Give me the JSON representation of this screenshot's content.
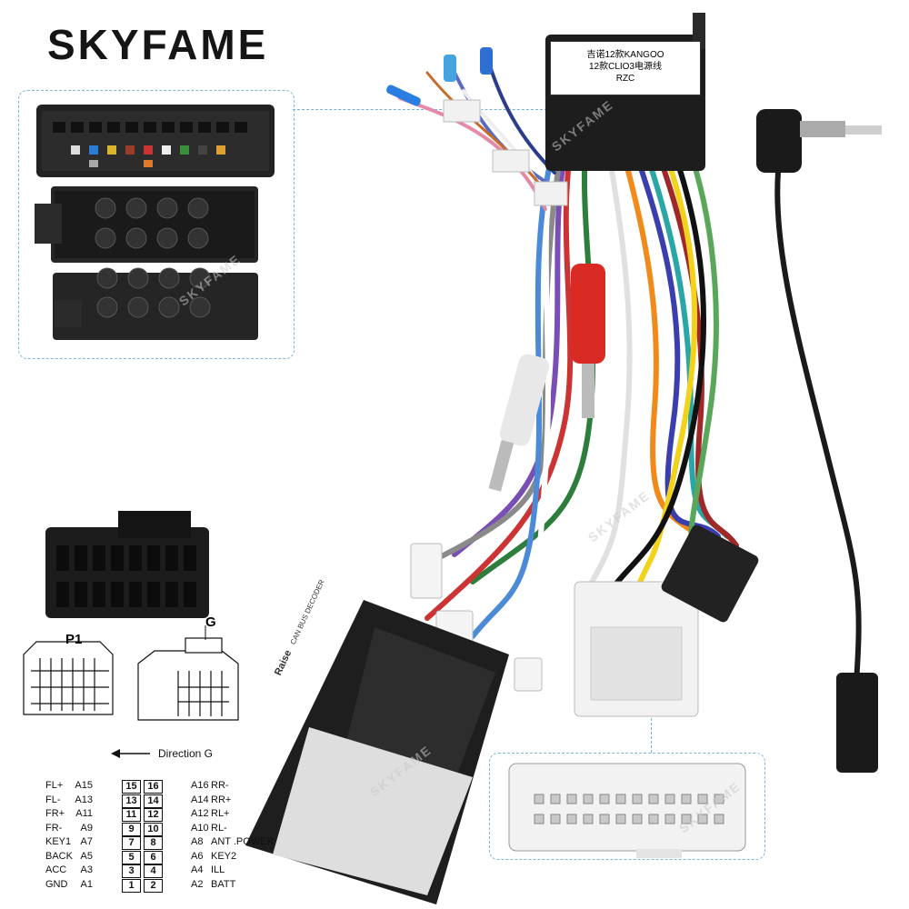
{
  "brand": "SKYFAME",
  "watermark": "SKYFAME",
  "module_label": {
    "line1": "吉诺12款KANGOO",
    "line2": "12款CLIO3电源线",
    "line3": "RZC"
  },
  "decoder_label": "CAN BUS DECODER",
  "decoder_brand": "Raise",
  "diagram": {
    "p1": "P1",
    "g": "G",
    "direction": "Direction G"
  },
  "pins": [
    {
      "left_label": "FL+",
      "left_id": "A15",
      "left_num": "15",
      "right_num": "16",
      "right_id": "A16",
      "right_label": "RR-"
    },
    {
      "left_label": "FL-",
      "left_id": "A13",
      "left_num": "13",
      "right_num": "14",
      "right_id": "A14",
      "right_label": "RR+"
    },
    {
      "left_label": "FR+",
      "left_id": "A11",
      "left_num": "11",
      "right_num": "12",
      "right_id": "A12",
      "right_label": "RL+"
    },
    {
      "left_label": "FR-",
      "left_id": "A9",
      "left_num": "9",
      "right_num": "10",
      "right_id": "A10",
      "right_label": "RL-"
    },
    {
      "left_label": "KEY1",
      "left_id": "A7",
      "left_num": "7",
      "right_num": "8",
      "right_id": "A8",
      "right_label": "ANT .POWER"
    },
    {
      "left_label": "BACK",
      "left_id": "A5",
      "left_num": "5",
      "right_num": "6",
      "right_id": "A6",
      "right_label": "KEY2"
    },
    {
      "left_label": "ACC",
      "left_id": "A3",
      "left_num": "3",
      "right_num": "4",
      "right_id": "A4",
      "right_label": "ILL"
    },
    {
      "left_label": "GND",
      "left_id": "A1",
      "left_num": "1",
      "right_num": "2",
      "right_id": "A2",
      "right_label": "BATT"
    }
  ],
  "colors": {
    "brand": "#151515",
    "frame": "#7fb8d6",
    "connector_black": "#1c1c1c",
    "connector_white": "#f2f2f2"
  }
}
